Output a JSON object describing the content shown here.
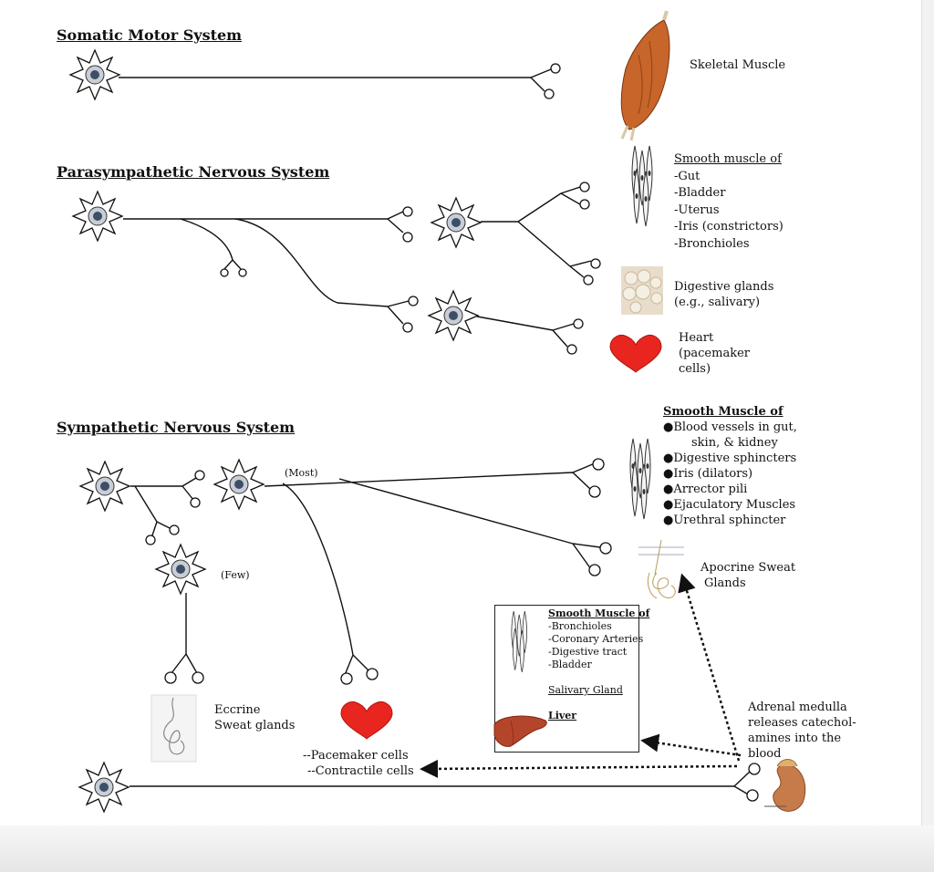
{
  "sections": {
    "somatic": {
      "title": "Somatic Motor System"
    },
    "parasympathetic": {
      "title": "Parasympathetic Nervous System"
    },
    "sympathetic": {
      "title": "Sympathetic Nervous System"
    }
  },
  "targets": {
    "skeletal_muscle": "Skeletal Muscle",
    "para_smooth": {
      "heading": "Smooth muscle of",
      "items": [
        "-Gut",
        "-Bladder",
        "-Uterus",
        "-Iris (constrictors)",
        "-Bronchioles"
      ]
    },
    "digestive_glands": [
      "Digestive glands",
      "(e.g., salivary)"
    ],
    "heart_para": [
      "Heart",
      "(pacemaker",
      "cells)"
    ],
    "symp_smooth": {
      "heading": "Smooth Muscle of",
      "items": [
        "●Blood vessels in gut,",
        "skin, & kidney",
        "●Digestive sphincters",
        "●Iris (dilators)",
        "●Arrector pili",
        "●Ejaculatory Muscles",
        "●Urethral sphincter"
      ]
    },
    "apocrine": [
      "Apocrine Sweat",
      "Glands"
    ],
    "box": {
      "heading": "Smooth Muscle of",
      "items": [
        "-Bronchioles",
        "-Coronary Arteries",
        "-Digestive tract",
        "-Bladder"
      ],
      "salivary": "Salivary Gland",
      "liver": "Liver"
    },
    "eccrine": [
      "Eccrine",
      "Sweat glands"
    ],
    "heart_symp": [
      "--Pacemaker cells",
      "--Contractile cells"
    ],
    "adrenal": [
      "Adrenal medulla",
      "releases catechol-",
      "amines into the",
      "blood"
    ]
  },
  "annotations": {
    "most": "(Most)",
    "few": "(Few)"
  },
  "colors": {
    "heart": "#e8251f",
    "muscle": "#c8652a",
    "liver": "#b5452a",
    "kidney": "#c77a4a",
    "neuron_nucleus": "#3d4f66",
    "soma_fill": "#c8cdd6"
  },
  "icons": [
    "neuron-icon",
    "skeletal-muscle-icon",
    "smooth-muscle-icon",
    "salivary-gland-icon",
    "heart-icon",
    "apocrine-gland-icon",
    "eccrine-gland-icon",
    "liver-icon",
    "adrenal-kidney-icon"
  ]
}
